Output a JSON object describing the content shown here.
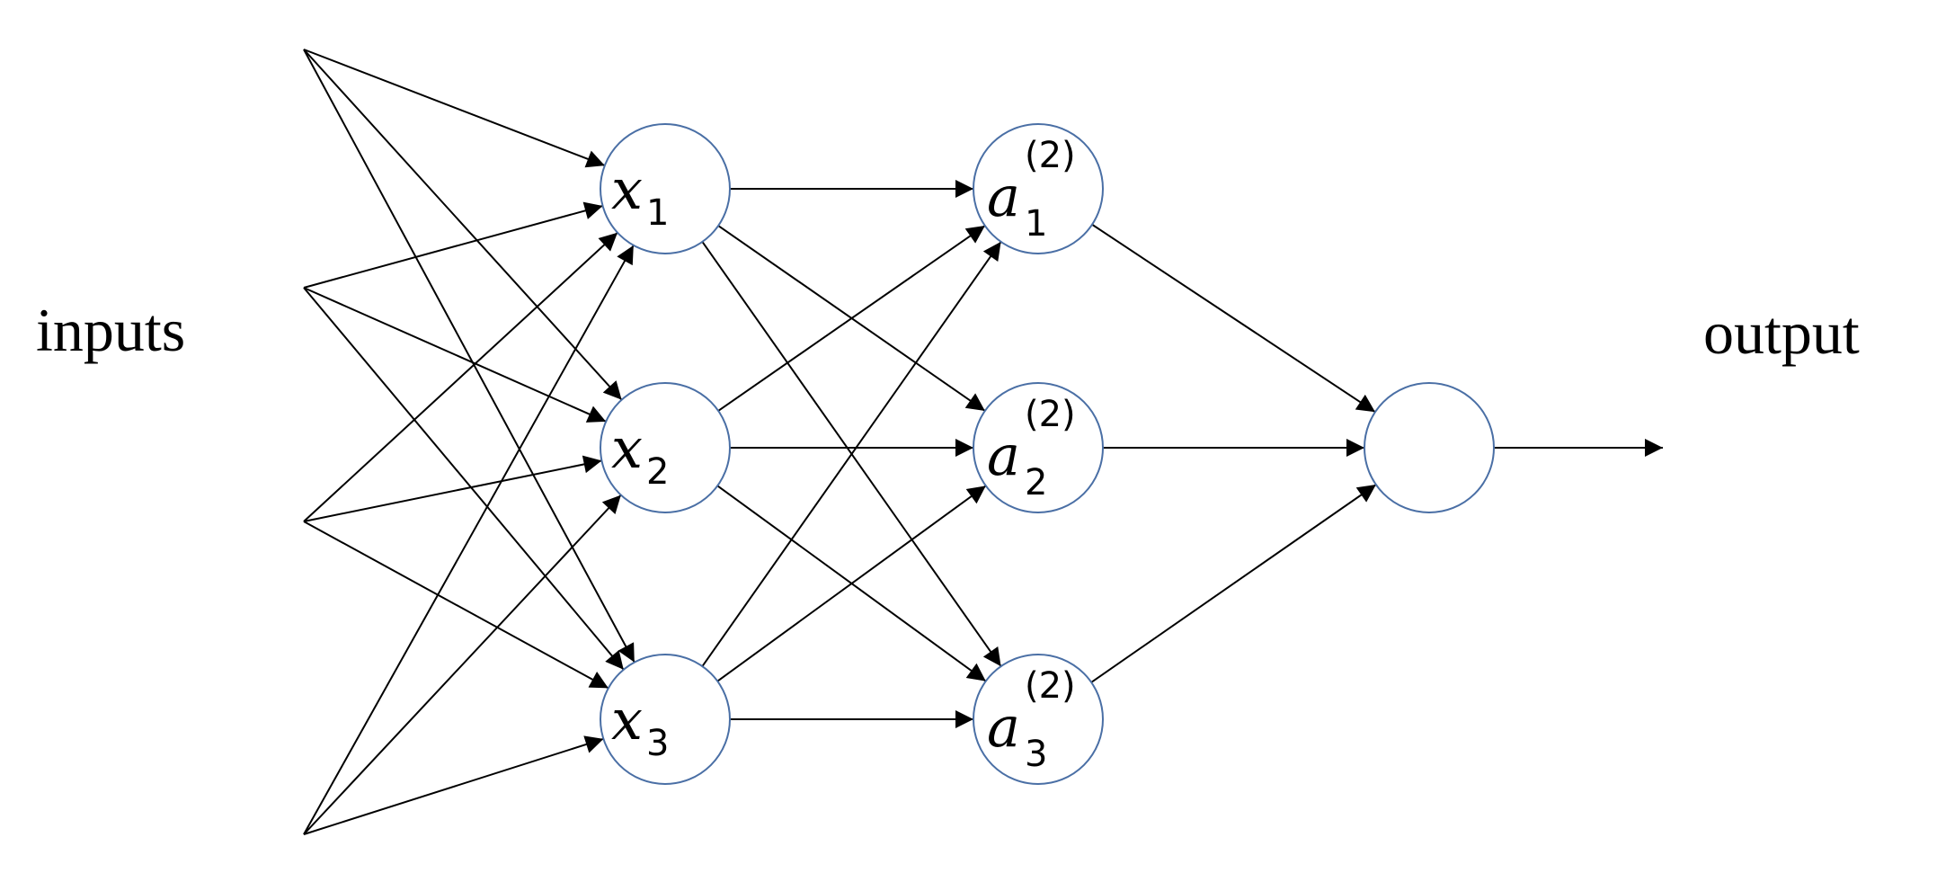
{
  "labels": {
    "inputs": "inputs",
    "output": "output"
  },
  "input_layer": [
    {
      "var": "x",
      "sub": "1"
    },
    {
      "var": "x",
      "sub": "2"
    },
    {
      "var": "x",
      "sub": "3"
    }
  ],
  "hidden_layer": [
    {
      "var": "a",
      "sub": "1",
      "sup": "(2)"
    },
    {
      "var": "a",
      "sub": "2",
      "sup": "(2)"
    },
    {
      "var": "a",
      "sub": "3",
      "sup": "(2)"
    }
  ],
  "output_node": {
    "label": ""
  },
  "colors": {
    "node_stroke": "#4a6fa5",
    "edge": "#000000",
    "text": "#000000"
  }
}
